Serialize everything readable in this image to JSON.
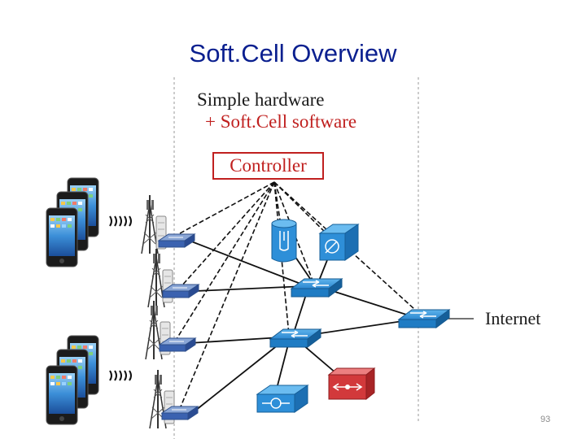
{
  "slide": {
    "title": "Soft.Cell Overview",
    "subtitle_line1": "Simple hardware",
    "subtitle_line2": "+ Soft.Cell software",
    "controller_label": "Controller",
    "internet_label": "Internet",
    "page_number": "93"
  },
  "colors": {
    "title": "#0a1f8f",
    "accent": "#c0201f",
    "device_blue": "#2a86cf",
    "switch_blue": "#1f7cc4",
    "firewall_red": "#d2393b"
  },
  "icons": [
    "smartphone-icon",
    "cell-tower-icon",
    "switch-icon",
    "server-icon",
    "firewall-icon",
    "wireless-signal-icon"
  ]
}
